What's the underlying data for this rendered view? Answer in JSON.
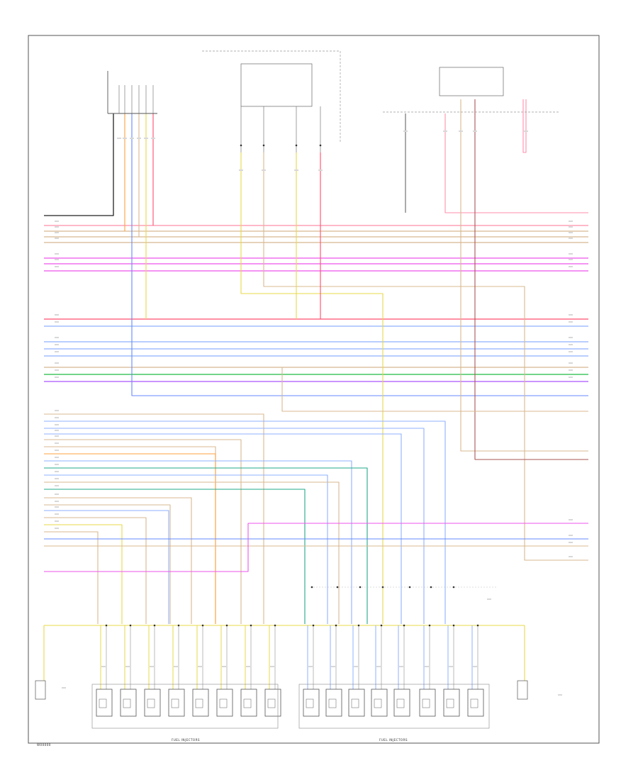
{
  "diagram": {
    "figure_id": "W00000",
    "group_labels": {
      "left_group": "FUEL INJECTORS",
      "right_group": "FUEL INJECTORS"
    },
    "colors": {
      "frame": "#555555",
      "black": "#222222",
      "gray": "#888888",
      "red": "#ff4d6d",
      "pink": "#ff8fab",
      "magenta": "#ee55ee",
      "violet": "#aa55ff",
      "blue": "#6688ff",
      "lightblue": "#8fb0ff",
      "green": "#22bb44",
      "teal": "#22aa88",
      "yellow": "#e8d84a",
      "orange": "#ffa040",
      "tan": "#d8b890",
      "brown": "#aa5555"
    },
    "left_injector_count": 8,
    "right_injector_count": 8
  }
}
